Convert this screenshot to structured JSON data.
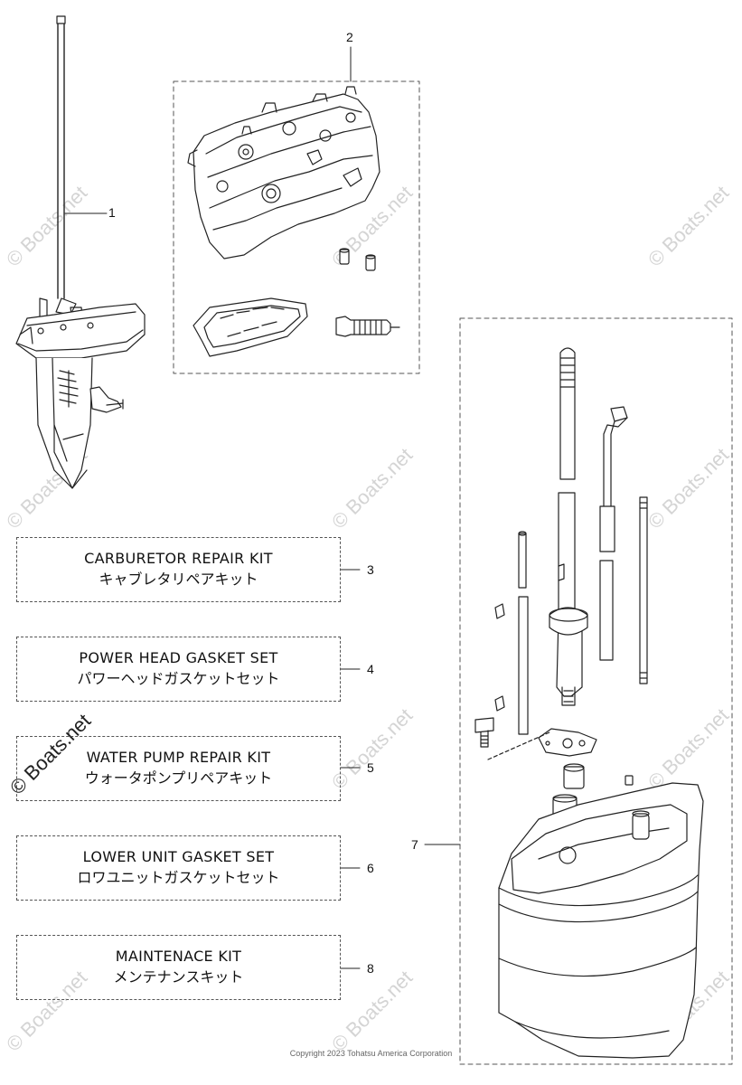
{
  "callouts": [
    "1",
    "2",
    "3",
    "4",
    "5",
    "6",
    "7",
    "8"
  ],
  "kits": [
    {
      "en": "CARBURETOR REPAIR KIT",
      "ja": "キャブレタリペアキット",
      "num": "3"
    },
    {
      "en": "POWER HEAD GASKET SET",
      "ja": "パワーヘッドガスケットセット",
      "num": "4"
    },
    {
      "en": "WATER PUMP REPAIR KIT",
      "ja": "ウォータポンプリペアキット",
      "num": "5"
    },
    {
      "en": "LOWER UNIT GASKET SET",
      "ja": "ロワユニットガスケットセット",
      "num": "6"
    },
    {
      "en": "MAINTENACE KIT",
      "ja": "メンテナンスキット",
      "num": "8"
    }
  ],
  "watermark": "© Boats.net",
  "copyright": "Copyright 2023 Tohatsu America Corporation"
}
